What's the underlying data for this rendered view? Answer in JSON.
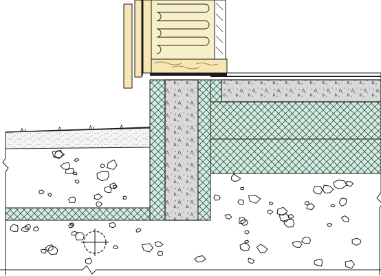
{
  "drawing": {
    "type": "architectural-section-detail",
    "description_visible_text": "",
    "materials": {
      "wood_framing": "#f5e6b4",
      "batt_insulation": "#f7efc8",
      "rigid_insulation": "#cfeee0",
      "concrete": "#d9d9d9",
      "gravel_fill": "#ffffff",
      "topsoil": "#f0f0f0",
      "linework": "#1a1a1a",
      "hatch": "#2a2a2a"
    },
    "components": [
      {
        "id": "wall-cladding",
        "name": "siding-board"
      },
      {
        "id": "wall-studs",
        "name": "insulated-stud-wall"
      },
      {
        "id": "sill-plate",
        "name": "sill-plate"
      },
      {
        "id": "foundation-wall",
        "name": "concrete-foundation-wall"
      },
      {
        "id": "interior-insulation",
        "name": "rigid-insulation-interior"
      },
      {
        "id": "exterior-insulation",
        "name": "rigid-insulation-exterior"
      },
      {
        "id": "slab",
        "name": "concrete-floor-slab"
      },
      {
        "id": "subslab-insulation",
        "name": "subslab-rigid-insulation"
      },
      {
        "id": "grade",
        "name": "finish-grade"
      },
      {
        "id": "drain-pipe",
        "name": "perimeter-drain-pipe"
      },
      {
        "id": "gravel",
        "name": "gravel-backfill"
      }
    ]
  }
}
